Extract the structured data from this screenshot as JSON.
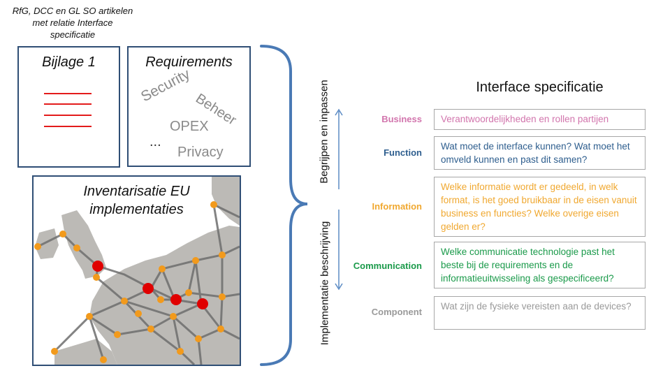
{
  "note": {
    "line1": "RfG, DCC en GL SO artikelen",
    "line2": "met relatie Interface",
    "line3": "specificatie"
  },
  "bijlage": {
    "title": "Bijlage 1"
  },
  "requirements": {
    "title": "Requirements",
    "words": [
      "Security",
      "Beheer",
      "OPEX",
      "...",
      "Privacy"
    ]
  },
  "inventarisatie": {
    "title_line1": "Inventarisatie EU",
    "title_line2": "implementaties"
  },
  "side_labels": {
    "top": "Begrijpen en inpassen",
    "bottom": "Implementatie beschrijving"
  },
  "spec": {
    "title": "Interface specificatie",
    "layers": [
      {
        "label": "Business",
        "color": "#d275ad",
        "text": "Verantwoordelijkheden  en rollen partijen"
      },
      {
        "label": "Function",
        "color": "#2e5e8e",
        "text": "Wat moet de interface kunnen? Wat moet het omveld kunnen en past dit samen?"
      },
      {
        "label": "Information",
        "color": "#f0a830",
        "text": "Welke informatie wordt  er gedeeld, in welk format,  is het goed bruikbaar in de eisen vanuit business en functies? Welke overige eisen gelden er?"
      },
      {
        "label": "Communication",
        "color": "#1a9a4a",
        "text": "Welke communicatie technologie past het beste bij de requirements en de informatieuitwisseling als gespecificeerd?"
      },
      {
        "label": "Component",
        "color": "#9a9a9a",
        "text": "Wat zijn de fysieke vereisten aan de devices?"
      }
    ]
  },
  "colors": {
    "box_border": "#2f4e75",
    "brace": "#4a7ab5",
    "arrow": "#5a8ac4",
    "red_line": "#e31b1b",
    "node": "#f29a1c",
    "node_highlight": "#e00000"
  }
}
